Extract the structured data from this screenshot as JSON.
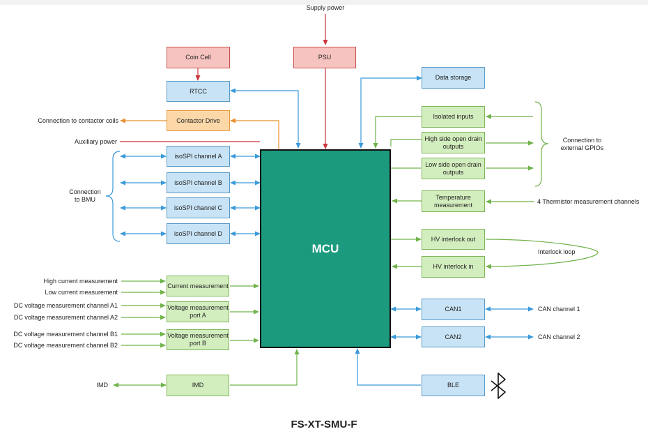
{
  "title": "FS-XT-SMU-F",
  "mcu": "MCU",
  "blocks": {
    "coin_cell": "Coin Cell",
    "psu": "PSU",
    "rtcc": "RTCC",
    "contactor_drive": "Contactor Drive",
    "data_storage": "Data storage",
    "isolated_inputs": "Isolated inputs",
    "high_side": "High side open drain outputs",
    "low_side": "Low side open drain outputs",
    "temperature": "Temperature measurement",
    "hv_out": "HV interlock out",
    "hv_in": "HV interlock in",
    "can1": "CAN1",
    "can2": "CAN2",
    "ble": "BLE",
    "iso_a": "isoSPI channel A",
    "iso_b": "isoSPI channel B",
    "iso_c": "isoSPI channel C",
    "iso_d": "isoSPI channel D",
    "current": "Current measurement",
    "voltage_a": "Voltage measurement port A",
    "voltage_b": "Voltage measurement port B",
    "imd": "IMD"
  },
  "labels": {
    "supply_power": "Supply power",
    "contactor_coils": "Connection to contactor coils",
    "auxiliary_power": "Auxiliary power",
    "connection_bmu": "Connection to BMU",
    "external_gpios": "Connection to external GPIOs",
    "thermistor": "4 Thermistor measurement channels",
    "interlock_loop": "Interlock loop",
    "can_channel_1": "CAN channel 1",
    "can_channel_2": "CAN channel 2",
    "high_current": "High current measurement",
    "low_current": "Low current measurement",
    "dc_a1": "DC voltage measurement channel A1",
    "dc_a2": "DC voltage measurement channel A2",
    "dc_b1": "DC voltage measurement channel B1",
    "dc_b2": "DC voltage measurement channel B2",
    "imd_label": "IMD"
  },
  "icons": {
    "ble": "bluetooth-icon"
  },
  "colors": {
    "power": "#c9363b",
    "spi": "#3a9ad9",
    "signal": "#6fb34a",
    "drive": "#e8902e",
    "mcu": "#1b9a7e"
  }
}
